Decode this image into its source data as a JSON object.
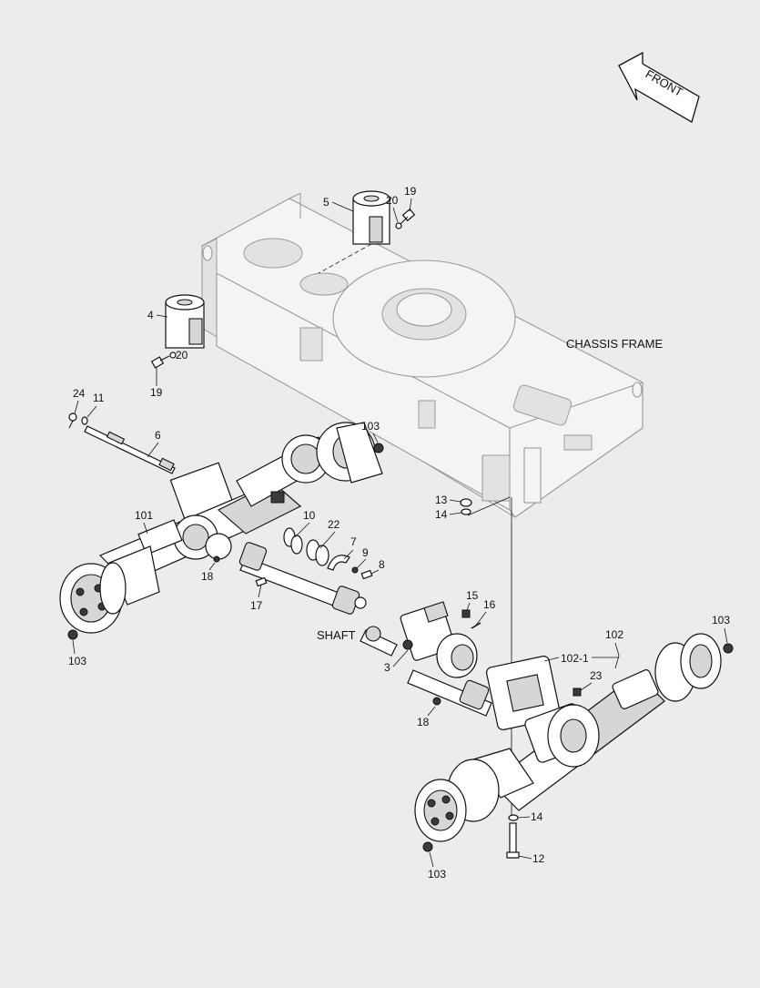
{
  "labels": {
    "front": "FRONT",
    "chassis_frame": "CHASSIS FRAME",
    "shaft": "SHAFT",
    "p5": "5",
    "p20a": "20",
    "p19a": "19",
    "p4": "4",
    "p19b": "19",
    "p20b": "20",
    "p24": "24",
    "p11": "11",
    "p6": "6",
    "p103a": "103",
    "p101": "101",
    "p10": "10",
    "p22": "22",
    "p7": "7",
    "p9": "9",
    "p8": "8",
    "p18a": "18",
    "p17": "17",
    "p103b": "103",
    "p13": "13",
    "p14a": "14",
    "p15": "15",
    "p16": "16",
    "p3": "3",
    "p102": "102",
    "p103c": "103",
    "p102_1": "102-1",
    "p23": "23",
    "p18b": "18",
    "p14b": "14",
    "p12": "12",
    "p103d": "103"
  }
}
